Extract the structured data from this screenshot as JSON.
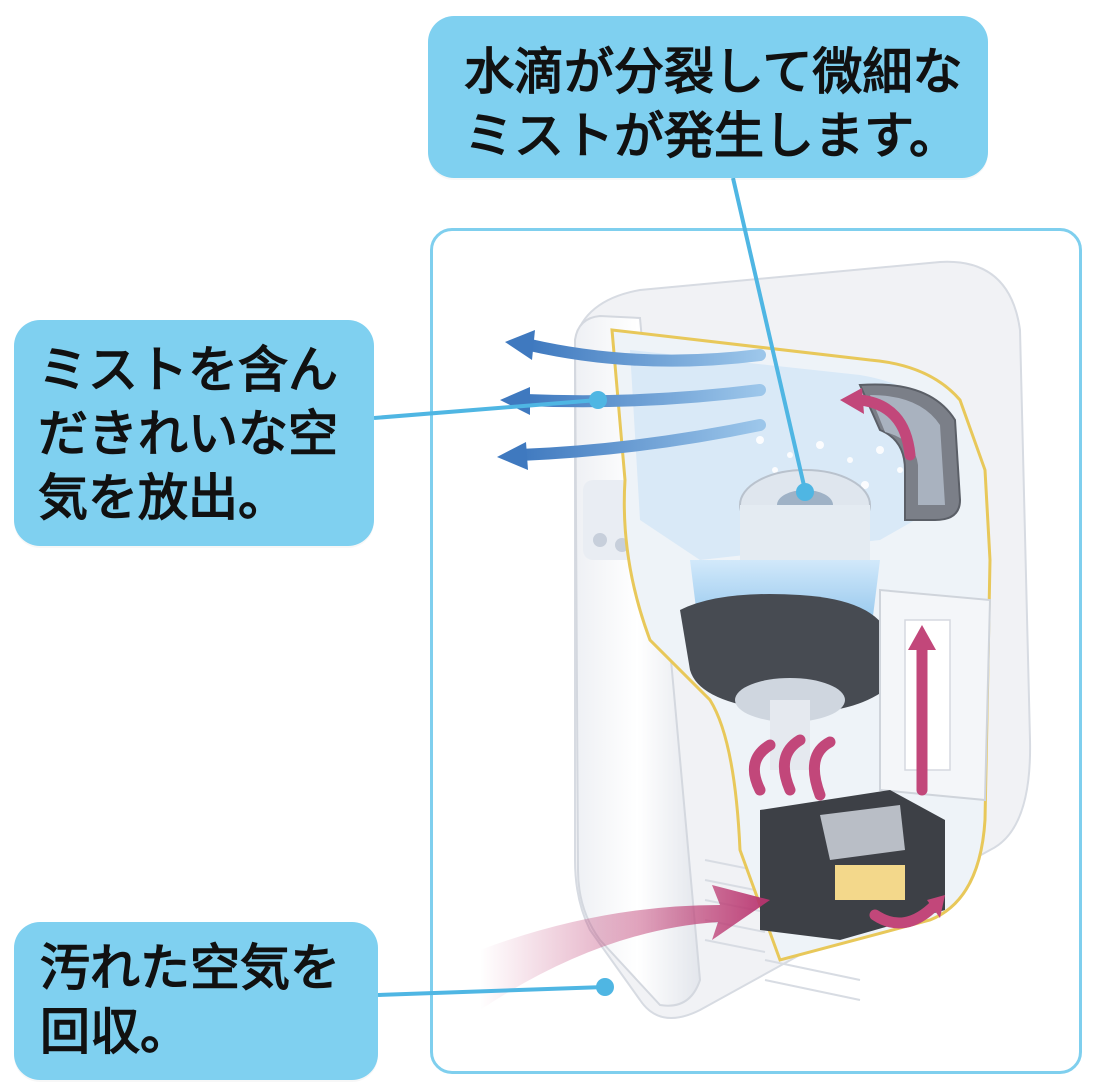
{
  "callouts": {
    "mist_generation": {
      "line1": "水滴が分裂して微細な",
      "line2": "ミストが発生します。"
    },
    "clean_air_release": {
      "line1": "ミストを含ん",
      "line2": "だきれいな空",
      "line3": "気を放出。"
    },
    "dirty_air_intake": {
      "line1": "汚れた空気を",
      "line2": "回収。"
    }
  },
  "colors": {
    "callout_fill": "#7fd0f0",
    "leader_line": "#4fb6e3",
    "frame_border": "#7fcfee",
    "blue_airflow": "#4a86c8",
    "pink_airflow": "#c2477a"
  }
}
